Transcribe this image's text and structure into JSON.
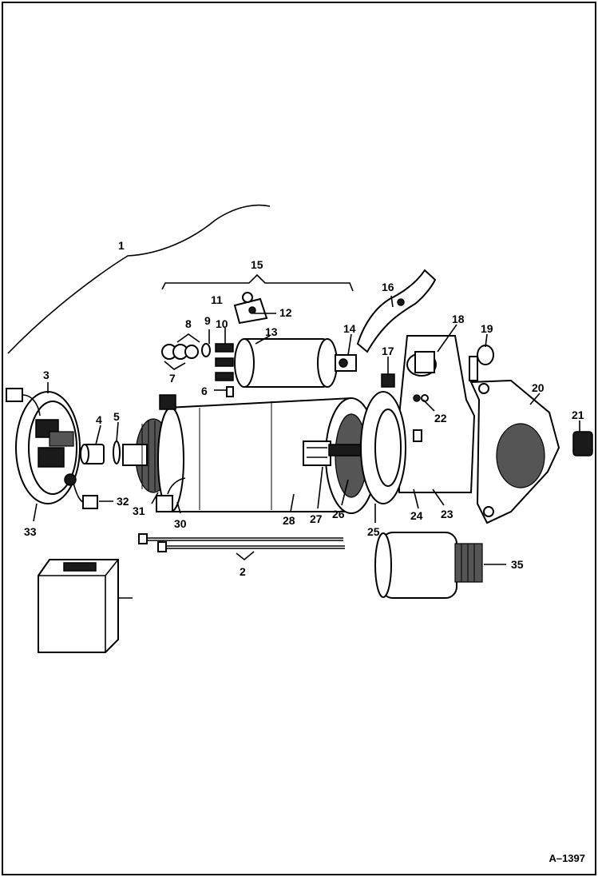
{
  "figure_id": "A–1397",
  "callouts": [
    {
      "num": "1"
    },
    {
      "num": "2"
    },
    {
      "num": "3"
    },
    {
      "num": "4"
    },
    {
      "num": "5"
    },
    {
      "num": "6"
    },
    {
      "num": "7"
    },
    {
      "num": "8"
    },
    {
      "num": "9"
    },
    {
      "num": "10"
    },
    {
      "num": "11"
    },
    {
      "num": "12"
    },
    {
      "num": "13"
    },
    {
      "num": "14"
    },
    {
      "num": "15"
    },
    {
      "num": "16"
    },
    {
      "num": "17"
    },
    {
      "num": "18"
    },
    {
      "num": "19"
    },
    {
      "num": "20"
    },
    {
      "num": "21"
    },
    {
      "num": "22"
    },
    {
      "num": "23"
    },
    {
      "num": "24"
    },
    {
      "num": "25"
    },
    {
      "num": "26"
    },
    {
      "num": "27"
    },
    {
      "num": "28"
    },
    {
      "num": "30"
    },
    {
      "num": "31"
    },
    {
      "num": "32"
    },
    {
      "num": "33"
    },
    {
      "num": "35"
    }
  ]
}
